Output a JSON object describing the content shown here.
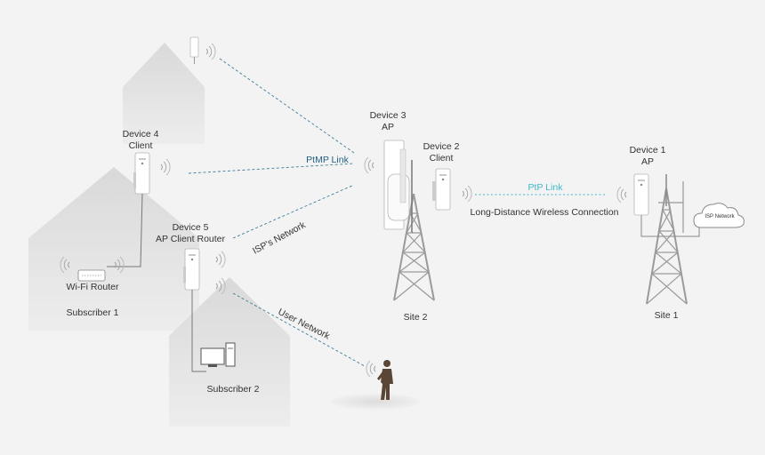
{
  "devices": {
    "device1": {
      "name": "Device 1",
      "role": "AP"
    },
    "device2": {
      "name": "Device 2",
      "role": "Client"
    },
    "device3": {
      "name": "Device 3",
      "role": "AP"
    },
    "device4": {
      "name": "Device 4",
      "role": "Client"
    },
    "device5": {
      "name": "Device 5",
      "role": "AP Client Router"
    }
  },
  "links": {
    "ptmp": "PtMP Link",
    "ptp": "PtP Link",
    "long_distance": "Long-Distance Wireless Connection",
    "isp_network": "ISP's Network",
    "user_network": "User Network"
  },
  "sites": {
    "site1": "Site 1",
    "site2": "Site 2"
  },
  "places": {
    "subscriber1": "Subscriber 1",
    "subscriber2": "Subscriber 2",
    "wifi_router": "Wi-Fi Router",
    "isp_cloud": "ISP Network"
  },
  "colors": {
    "background": "#f3f3f3",
    "house": "#e4e4e4",
    "tower": "#9a9a9a",
    "link_dashed": "#3f7d9a",
    "ptp_accent": "#3fb8c9",
    "person": "#5a4636"
  },
  "icons": [
    "wifi-signal-icon",
    "cpe-antenna-icon",
    "lattice-tower-icon",
    "cloud-icon",
    "router-icon",
    "desktop-computer-icon",
    "person-icon",
    "house-icon"
  ]
}
